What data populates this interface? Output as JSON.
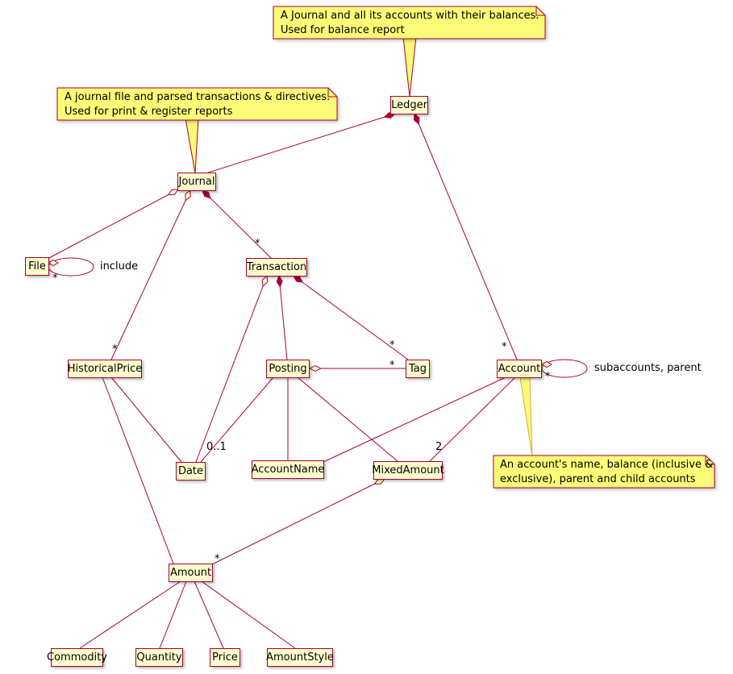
{
  "diagram": {
    "type": "uml-class-diagram",
    "subject": "hledger data model",
    "colors": {
      "node_background": "#FEFECE",
      "node_border": "#A80036",
      "edge": "#A80036",
      "note_background": "#FBFB77",
      "note_border": "#A80036",
      "note_link": "#E2A53E"
    },
    "nodes": {
      "ledger": "Ledger",
      "journal": "Journal",
      "file": "File",
      "transaction": "Transaction",
      "historical_price": "HistoricalPrice",
      "posting": "Posting",
      "tag": "Tag",
      "account": "Account",
      "date": "Date",
      "account_name": "AccountName",
      "mixed_amount": "MixedAmount",
      "amount": "Amount",
      "commodity": "Commodity",
      "quantity": "Quantity",
      "price": "Price",
      "amount_style": "AmountStyle"
    },
    "notes": {
      "ledger_note": "A Journal and all its accounts with their balances.\nUsed for balance report",
      "journal_note": "A journal file and parsed transactions & directives.\nUsed for print & register reports",
      "account_note": "An account's name, balance (inclusive &\nexclusive), parent and child accounts"
    },
    "edge_labels": {
      "star": "*",
      "zero_or_one": "0..1",
      "two": "2",
      "include": "include",
      "subaccounts": "subaccounts, parent"
    }
  }
}
